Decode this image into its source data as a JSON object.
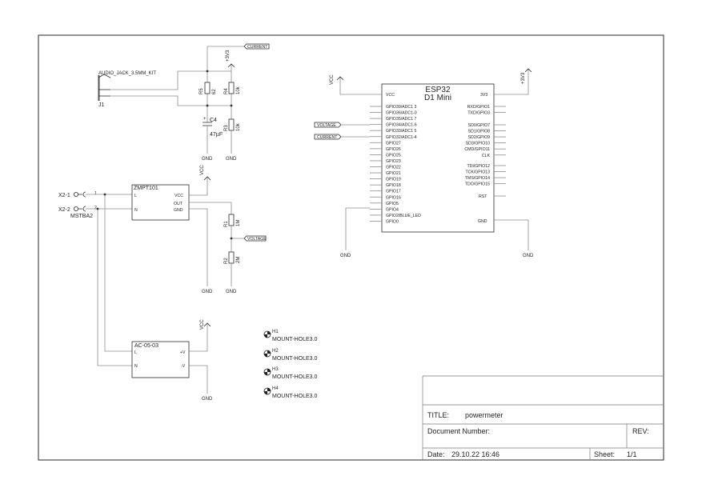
{
  "title_block": {
    "title_label": "TITLE:",
    "title": "powermeter",
    "doc_label": "Document Number:",
    "rev_label": "REV:",
    "date_label": "Date:",
    "date": "29.10.22 16:46",
    "sheet_label": "Sheet:",
    "sheet": "1/1"
  },
  "power": {
    "vcc": "VCC",
    "v3v3": "+3V3",
    "gnd": "GND"
  },
  "labels": {
    "current": "CURRENT",
    "voltage": "VOLTAGE"
  },
  "jack": {
    "name": "J1",
    "value": "AUDIO_JACK_3.5MM_KIT"
  },
  "resistors": {
    "r1": {
      "name": "R1",
      "value": "1M"
    },
    "r2": {
      "name": "R2",
      "value": "2M"
    },
    "r3": {
      "name": "R3",
      "value": "10k"
    },
    "r4": {
      "name": "R4",
      "value": "10k"
    },
    "r5": {
      "name": "R5",
      "value": "62"
    }
  },
  "capacitor": {
    "name": "C4",
    "value": "47µF",
    "polarity": "+"
  },
  "terminal": {
    "pin1": "X2-1",
    "pin2": "X2-2",
    "num1": "1",
    "num2": "2",
    "value": "MSTBA2"
  },
  "zmpt": {
    "name": "ZMPT101",
    "pin_l": "L",
    "pin_n": "N",
    "pin_vcc": "VCC",
    "pin_out": "OUT",
    "pin_gnd": "GND"
  },
  "psu": {
    "name": "AC-05-03",
    "pin_l": "L",
    "pin_n": "N",
    "pin_pos": "+V",
    "pin_neg": "-V"
  },
  "esp": {
    "title1": "ESP32",
    "title2": "D1 Mini",
    "pin_vcc": "VCC",
    "pin_3v3": "3V3",
    "pin_gnd": "GND",
    "left_pins": [
      "GPIO39/ADC1 3",
      "GPIO36/ADC1-0",
      "GPIO35/ADC1 7",
      "GPIO34/ADC1-6",
      "GPIO33/ADC1 5",
      "GPIO32/ADC1-4",
      "GPIO27",
      "GPIO26",
      "GPIO25",
      "GPIO23",
      "GPIO22",
      "GPIO21",
      "GPIO19",
      "GPIO18",
      "GPIO17",
      "GPIO16",
      "GPIO5",
      "GPIO4",
      "GPIO2/BLUE_LED",
      "GPIO0"
    ],
    "right_pins_a": [
      "RXD/GPIO1",
      "TXD/GPIO3"
    ],
    "right_pins_b": [
      "SD0/GPIO7",
      "SD1/GPIO8",
      "SD2/GPIO9",
      "SD3/GPIO10",
      "CMD/GPIO11",
      "CLK"
    ],
    "right_pins_c": [
      "TDI/GPIO12",
      "TCK/GPIO13",
      "TMS/GPIO14",
      "TDO/GPIO15"
    ],
    "pin_rst": "RST"
  },
  "mount_holes": [
    {
      "name": "H1",
      "value": "MOUNT-HOLE3.0"
    },
    {
      "name": "H2",
      "value": "MOUNT-HOLE3.0"
    },
    {
      "name": "H3",
      "value": "MOUNT-HOLE3.0"
    },
    {
      "name": "H4",
      "value": "MOUNT-HOLE3.0"
    }
  ]
}
